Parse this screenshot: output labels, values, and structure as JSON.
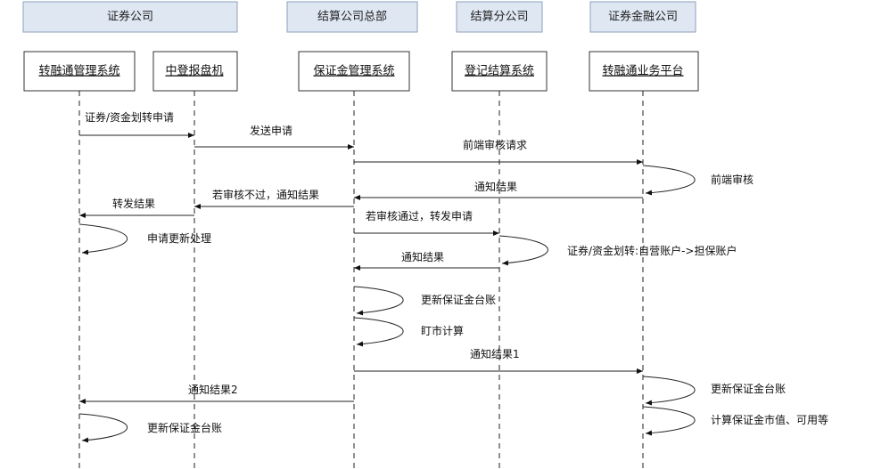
{
  "groups": [
    {
      "label": "证券公司"
    },
    {
      "label": "结算公司总部"
    },
    {
      "label": "结算分公司"
    },
    {
      "label": "证券金融公司"
    }
  ],
  "systems": [
    {
      "label": "转融通管理系统"
    },
    {
      "label": "中登报盘机"
    },
    {
      "label": "保证金管理系统"
    },
    {
      "label": "登记结算系统"
    },
    {
      "label": "转融通业务平台"
    }
  ],
  "messages": [
    {
      "from": 0,
      "to": 1,
      "label": "证券/资金划转申请"
    },
    {
      "from": 1,
      "to": 2,
      "label": "发送申请"
    },
    {
      "from": 2,
      "to": 4,
      "label": "前端审核请求"
    },
    {
      "self": 4,
      "label": "前端审核"
    },
    {
      "from": 4,
      "to": 2,
      "label": "通知结果"
    },
    {
      "from": 2,
      "to": 1,
      "label": "若审核不过，通知结果"
    },
    {
      "from": 1,
      "to": 0,
      "label": "转发结果"
    },
    {
      "from": 2,
      "to": 3,
      "label": "若审核通过，转发申请"
    },
    {
      "self": 0,
      "label": "申请更新处理"
    },
    {
      "self": 3,
      "label": "证券/资金划转:自营账户->担保账户"
    },
    {
      "from": 3,
      "to": 2,
      "label": "通知结果"
    },
    {
      "self": 2,
      "label": "更新保证金台账"
    },
    {
      "self": 2,
      "label": "盯市计算"
    },
    {
      "from": 2,
      "to": 4,
      "label": "通知结果1"
    },
    {
      "from": 2,
      "to": 0,
      "label": "通知结果2"
    },
    {
      "self": 4,
      "label": "更新保证金台账"
    },
    {
      "self": 4,
      "label": "计算保证金市值、可用等"
    },
    {
      "self": 0,
      "label": "更新保证金台账"
    }
  ]
}
